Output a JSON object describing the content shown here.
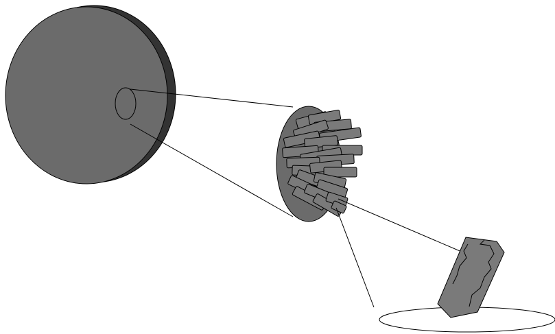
{
  "colors": {
    "background": "#ffffff",
    "disk_shadow": "#333333",
    "disk_face": "#6b6b6b",
    "crystal_fill": "#7a7a7a",
    "stroke": "#000000",
    "grain_crack": "#000000"
  },
  "scene": {
    "disk": {
      "shape": "large-disk",
      "focus_marker": "small-ellipse-on-disk"
    },
    "zoom_1": {
      "shape": "oval-cluster-of-grains",
      "grain_count": 24
    },
    "zoom_2": {
      "shape": "single-grain-on-ellipse"
    }
  }
}
